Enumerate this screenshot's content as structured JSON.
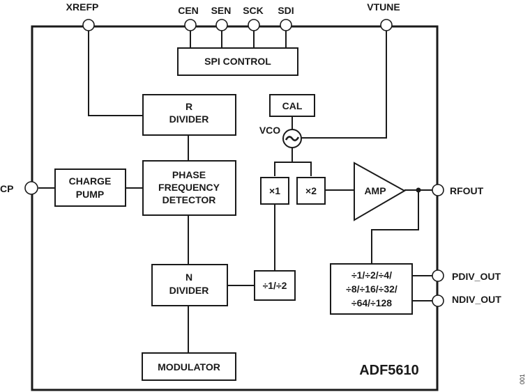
{
  "chip": {
    "part_number": "ADF5610",
    "figure_id": "001"
  },
  "pins": {
    "xrefp": "XREFP",
    "cen": "CEN",
    "sen": "SEN",
    "sck": "SCK",
    "sdi": "SDI",
    "vtune": "VTUNE",
    "cp": "CP",
    "rfout": "RFOUT",
    "pdiv_out": "PDIV_OUT",
    "ndiv_out": "NDIV_OUT"
  },
  "blocks": {
    "spi_control": "SPI CONTROL",
    "r_divider": [
      "R",
      "DIVIDER"
    ],
    "cal": "CAL",
    "vco_label": "VCO",
    "vco_symbol": "~",
    "charge_pump": [
      "CHARGE",
      "PUMP"
    ],
    "pfd": [
      "PHASE",
      "FREQUENCY",
      "DETECTOR"
    ],
    "mult_x1": "×1",
    "mult_x2": "×2",
    "amp": "AMP",
    "n_divider": [
      "N",
      "DIVIDER"
    ],
    "div_1_2": "÷1/÷2",
    "output_divider": [
      "÷1/÷2/÷4/",
      "÷8/÷16/÷32/",
      "÷64/÷128"
    ],
    "modulator": "MODULATOR"
  }
}
